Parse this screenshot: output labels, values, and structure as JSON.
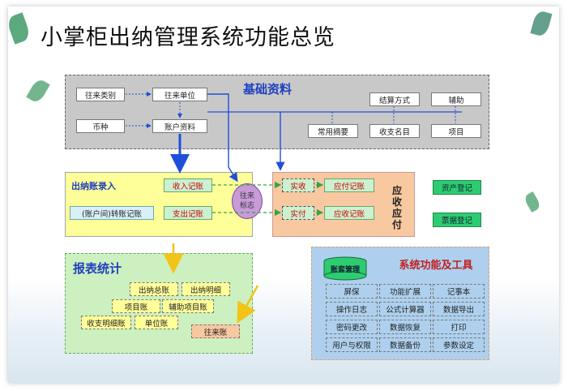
{
  "title": "小掌柜出纳管理系统功能总览",
  "colors": {
    "base_section": "#c8c8c8",
    "cashier_section": "#ffff99",
    "payable_section": "#f8c8a0",
    "report_section": "#cdf0c0",
    "tools_section": "#aed0ee",
    "green_box": "#2ecc71",
    "ellipse": "#c89ad8",
    "arrow_blue": "#1f4fd8",
    "arrow_yellow": "#f2c417"
  },
  "base": {
    "heading": "基础资料",
    "items": {
      "contact_type": "往来类别",
      "contact_unit": "往来单位",
      "currency": "币种",
      "account_data": "账户资料",
      "settle_method": "结算方式",
      "auxiliary": "辅助",
      "common_summary": "常用摘要",
      "income_expense_item": "收支名目",
      "project": "项目"
    }
  },
  "cashier": {
    "heading": "出纳账录入",
    "income_record": "收入记账",
    "expense_record": "支出记账",
    "transfer_record": "(账户间)转账记账",
    "contact_flag": "往来标志"
  },
  "payable": {
    "received": "实收",
    "paid": "实付",
    "payable_record": "应付记账",
    "receivable_record": "应收记账",
    "side_label": "应收应付"
  },
  "side": {
    "asset_register": "资产登记",
    "bill_register": "票据登记"
  },
  "report": {
    "heading": "报表统计",
    "items": {
      "cash_ledger": "出纳总账",
      "cash_detail": "出纳明细",
      "project_ledger": "项目账",
      "aux_project_ledger": "辅助项目账",
      "ie_detail": "收支明细账",
      "unit_ledger": "单位账",
      "contact_ledger": "往来账"
    }
  },
  "tools": {
    "heading": "系统功能及工具",
    "db_label": "账套管理",
    "grid": [
      [
        "屏保",
        "功能扩展",
        "记事本"
      ],
      [
        "操作日志",
        "公式计算器",
        "数据导出"
      ],
      [
        "密码更改",
        "数据恢复",
        "打印"
      ],
      [
        "用户与权限",
        "数据备份",
        "参数设定"
      ]
    ]
  }
}
